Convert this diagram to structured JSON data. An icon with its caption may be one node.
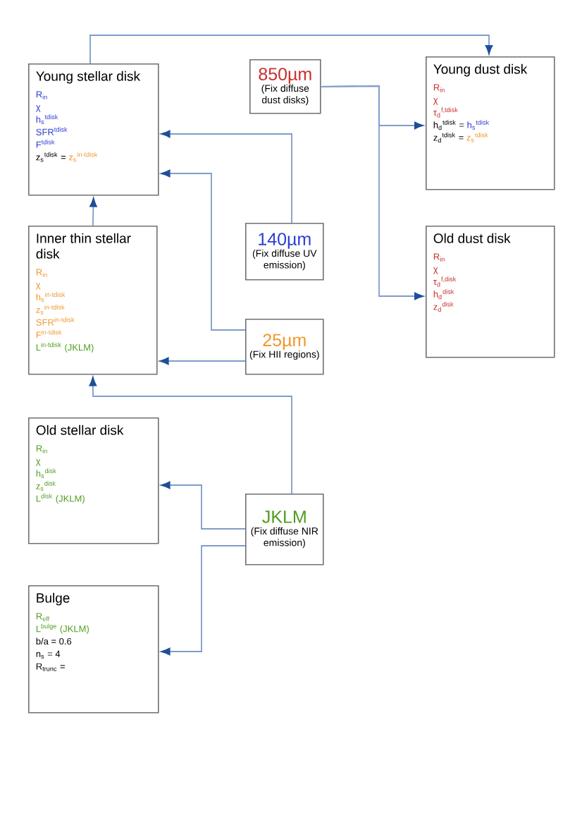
{
  "diagram": {
    "nodes": [
      {
        "text": [
          "Young stellar disk",
          "R$_{in}$",
          "χ",
          "h$_{s}$$^{tdisk}$",
          "SFR$^{tdisk}$",
          "F$^{tdisk}$",
          "z$_{s}$$^{tdisk}$ =",
          "z$_{s}$$^{in-tdisk}$"
        ]
      },
      {
        "text": [
          "850µm",
          "(Fix diffuse dust disks)"
        ]
      },
      {
        "text": [
          "Young dust disk",
          "R$_{in}$",
          "χ",
          "τ$_{d}$$^{f,tdisk}$",
          "h$_{d}$$^{tdisk}$ =",
          "h$_{s}$$^{tdisk}$",
          "z$_{d}$$^{tdisk}$ =",
          "z$_{s}$$^{tdisk}$"
        ]
      },
      {
        "text": [
          "Inner thin stellar disk",
          "R$_{in}$",
          "χ",
          "h$_{s}$$^{in-tdisk}$",
          "z$_{s}$$^{in-tdisk}$",
          "SFR$^{in-tdisk}$",
          "F$^{in-tdisk}$",
          "L$^{in-tdisk}$ (JKLM)"
        ]
      },
      {
        "text": [
          "140µm",
          "(Fix diffuse UV emission)"
        ]
      },
      {
        "text": [
          "Old dust disk",
          "R$_{in}$",
          "χ",
          "τ$_{d}$$^{f,disk}$",
          "h$_{d}$$^{disk}$",
          "z$_{d}$$^{disk}$"
        ]
      },
      {
        "text": [
          "25µm",
          "(Fix HII regions)"
        ]
      },
      {
        "text": [
          "Old stellar disk",
          "R$_{in}$",
          "χ",
          "h$_{s}$$^{disk}$",
          "z$_{s}$$^{disk}$",
          "L$^{disk}$ (JKLM)"
        ]
      },
      {
        "text": [
          "JKLM",
          "(Fix diffuse NIR emission)"
        ]
      },
      {
        "text": [
          "Bulge",
          "R$_{eff}$",
          "L$^{bulge}$ (JKLM)",
          "b/a = 0.6",
          "n$_{s}$ = 4",
          "R$_{trunc}$ ="
        ]
      }
    ],
    "edges": [
      {
        "from": 0,
        "to": 2,
        "arrow": "to"
      },
      {
        "from": 1,
        "to": 2,
        "arrow": "to"
      },
      {
        "from": 1,
        "to": 5,
        "arrow": "to"
      },
      {
        "from": 4,
        "to": 0,
        "arrow": "to"
      },
      {
        "from": 6,
        "to": 0,
        "arrow": "to"
      },
      {
        "from": 6,
        "to": 3,
        "arrow": "to"
      },
      {
        "from": 3,
        "to": 0,
        "arrow": "to"
      },
      {
        "from": 8,
        "to": 3,
        "arrow": "to"
      },
      {
        "from": 8,
        "to": 7,
        "arrow": "to"
      },
      {
        "from": 8,
        "to": 9,
        "arrow": "to"
      }
    ]
  }
}
